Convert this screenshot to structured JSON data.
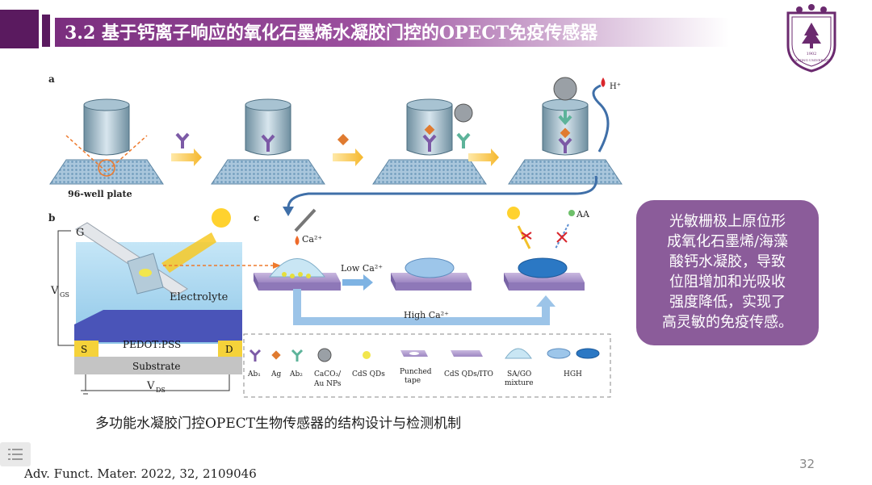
{
  "header": {
    "title": "3.2 基于钙离子响应的氧化石墨烯水凝胶门控的OPECT免疫传感器",
    "band_color": "#7a2e7e",
    "logo_icon": "nanjing-university-seal-icon",
    "logo_year": "1902",
    "logo_text": "NANJING UNIVERSITY"
  },
  "figure": {
    "panel_a": "a",
    "panel_b": "b",
    "panel_c": "c",
    "plate_label": "96-well plate",
    "proton_label": "H⁺",
    "ca_label": "Ca²⁺",
    "aa_label": "AA",
    "g_label": "G",
    "vgs_label": "V",
    "vgs_sub": "GS",
    "electrolyte_label": "Electrolyte",
    "pedot_label": "PEDOT:PSS",
    "s_label": "S",
    "d_label": "D",
    "substrate_label": "Substrate",
    "vds_label": "V",
    "vds_sub": "DS",
    "low_ca_label": "Low Ca²⁺",
    "high_ca_label": "High Ca²⁺",
    "legend": {
      "ab1": "Ab₁",
      "ag": "Ag",
      "ab2": "Ab₂",
      "caco3_line1": "CaCO₃/",
      "caco3_line2": "Au NPs",
      "cds": "CdS QDs",
      "punched_line1": "Punched",
      "punched_line2": "tape",
      "cds_ito": "CdS QDs/ITO",
      "sago_line1": "SA/GO",
      "sago_line2": "mixture",
      "hgh": "HGH"
    }
  },
  "caption": "多功能水凝胶门控OPECT生物传感器的结构设计与检测机制",
  "callout": {
    "lines": [
      "光敏栅极上原位形",
      "成氧化石墨烯/海藻",
      "酸钙水凝胶，导致",
      "位阻增加和光吸收",
      "强度降低，实现了",
      "高灵敏的免疫传感。"
    ],
    "bg_color": "#8b5c9a"
  },
  "reference": "Adv. Funct. Mater. 2022, 32, 2109046",
  "page_number": "32",
  "menu_icon": "slide-menu-icon"
}
